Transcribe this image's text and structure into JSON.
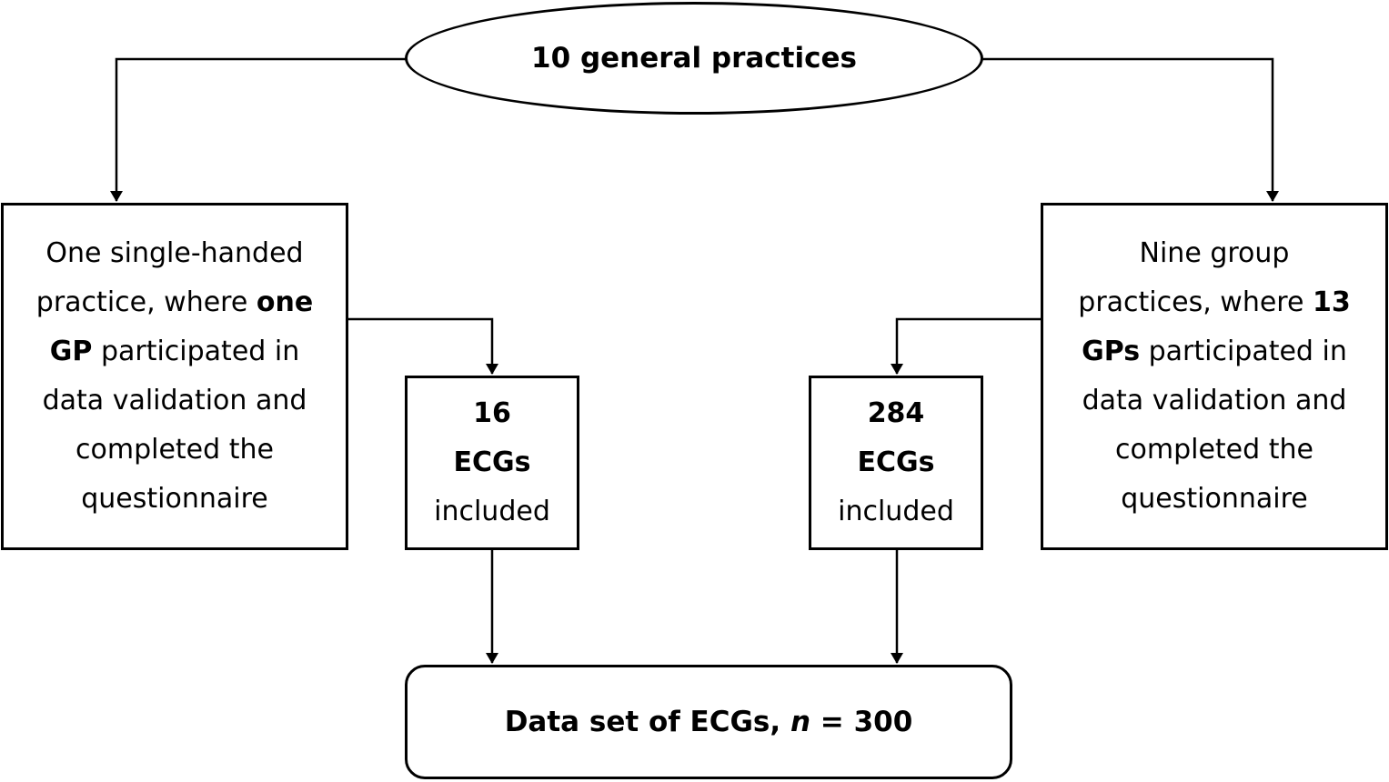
{
  "diagram": {
    "top": {
      "label": "10 general practices"
    },
    "left": {
      "lines": [
        {
          "parts": [
            {
              "t": "One single-handed",
              "b": false
            }
          ]
        },
        {
          "parts": [
            {
              "t": "practice, where ",
              "b": false
            },
            {
              "t": "one",
              "b": true
            }
          ]
        },
        {
          "parts": [
            {
              "t": "GP",
              "b": true
            },
            {
              "t": " participated in",
              "b": false
            }
          ]
        },
        {
          "parts": [
            {
              "t": "data validation and",
              "b": false
            }
          ]
        },
        {
          "parts": [
            {
              "t": "completed the",
              "b": false
            }
          ]
        },
        {
          "parts": [
            {
              "t": "questionnaire",
              "b": false
            }
          ]
        }
      ]
    },
    "right": {
      "lines": [
        {
          "parts": [
            {
              "t": "Nine group",
              "b": false
            }
          ]
        },
        {
          "parts": [
            {
              "t": "practices, where ",
              "b": false
            },
            {
              "t": "13",
              "b": true
            }
          ]
        },
        {
          "parts": [
            {
              "t": "GPs",
              "b": true
            },
            {
              "t": " participated in",
              "b": false
            }
          ]
        },
        {
          "parts": [
            {
              "t": "data validation and",
              "b": false
            }
          ]
        },
        {
          "parts": [
            {
              "t": "completed the",
              "b": false
            }
          ]
        },
        {
          "parts": [
            {
              "t": "questionnaire",
              "b": false
            }
          ]
        }
      ]
    },
    "left_count": {
      "number": "16",
      "unit": "ECGs",
      "status": "included"
    },
    "right_count": {
      "number": "284",
      "unit": "ECGs",
      "status": "included"
    },
    "final": {
      "prefix": "Data set of ECGs, ",
      "var": "n",
      "suffix": " = 300"
    }
  }
}
